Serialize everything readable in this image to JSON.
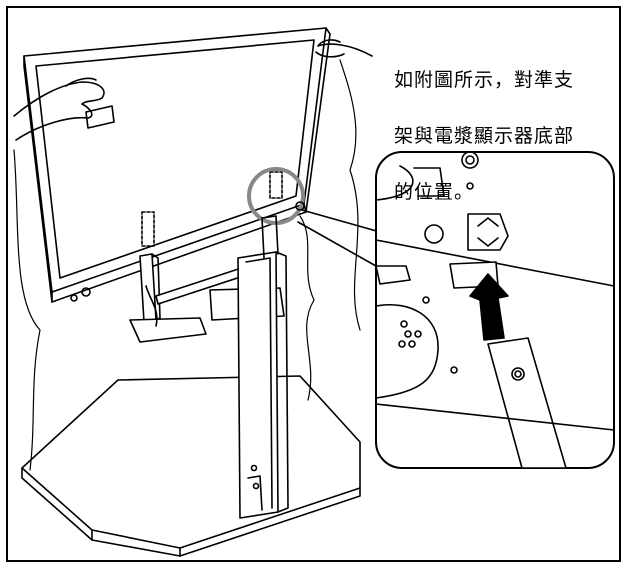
{
  "caption": {
    "line1": "如附圖所示，對準支",
    "line2": "架與電漿顯示器底部",
    "line3": "的位置。"
  }
}
